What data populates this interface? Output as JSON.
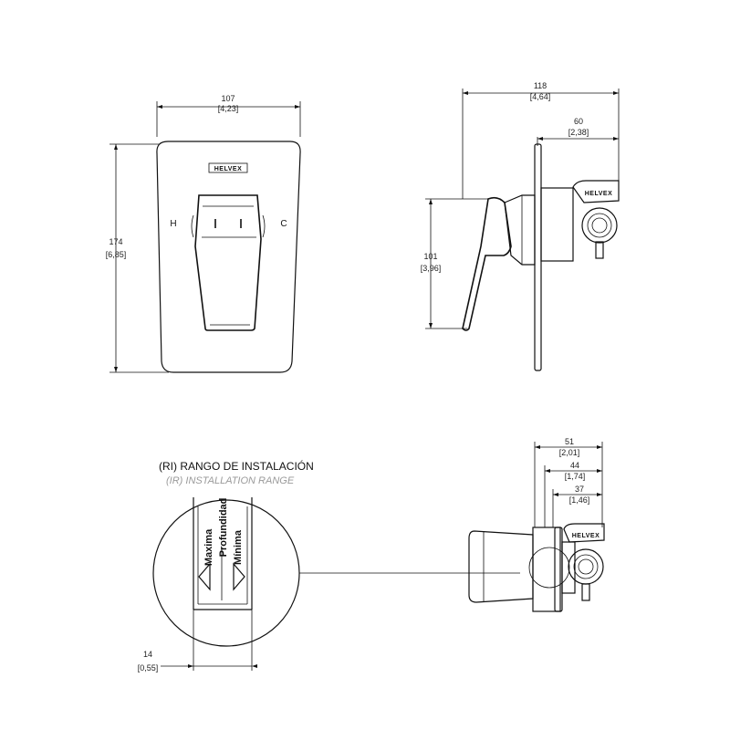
{
  "dimensions": {
    "front_width": {
      "mm": "107",
      "in": "[4,23]"
    },
    "front_height": {
      "mm": "174",
      "in": "[6,85]"
    },
    "side_total_depth": {
      "mm": "118",
      "in": "[4,64]"
    },
    "side_body_depth": {
      "mm": "60",
      "in": "[2,38]"
    },
    "side_handle_height": {
      "mm": "101",
      "in": "[3,96]"
    },
    "bottom_depth_max": {
      "mm": "51",
      "in": "[2,01]"
    },
    "bottom_depth_mid": {
      "mm": "44",
      "in": "[1,74]"
    },
    "bottom_depth_min": {
      "mm": "37",
      "in": "[1,46]"
    },
    "inset_width": {
      "mm": "14",
      "in": "[0,55]"
    }
  },
  "labels": {
    "hot": "H",
    "cold": "C",
    "brand": "HELVEX",
    "range_es": "(RI) RANGO DE INSTALACIÓN",
    "range_en": "(IR) INSTALLATION RANGE",
    "inset_max": "Maxima",
    "inset_depth": "Profundidad",
    "inset_min": "Mínima"
  }
}
